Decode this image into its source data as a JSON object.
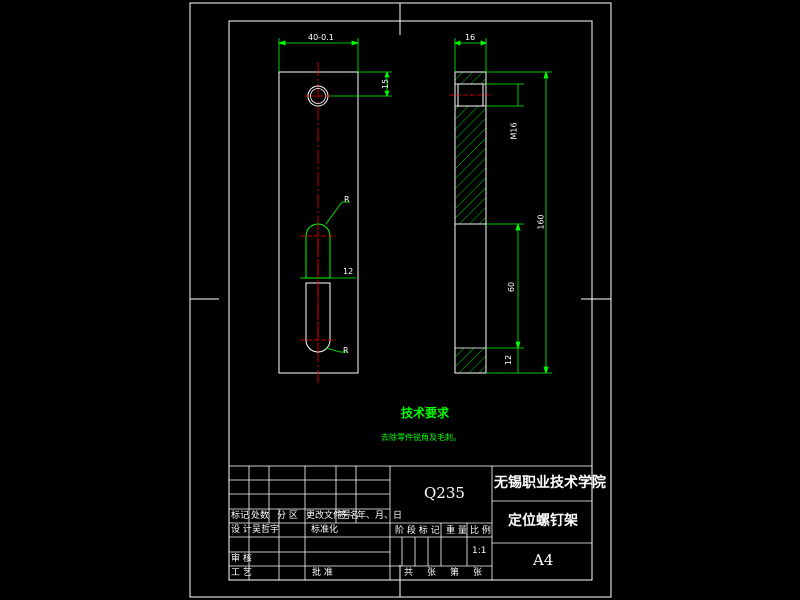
{
  "colors": {
    "background": "#000000",
    "outline": "#ffffff",
    "dimension": "#00ff00",
    "centerline": "#ff0000",
    "hatch": "#00ff00"
  },
  "dimensions": {
    "width_top": "40-0.1",
    "hole_offset": "15",
    "side_width": "16",
    "thread": "M16",
    "overall_length": "160",
    "slot_length": "60",
    "slot_offset": "12",
    "bottom_offset": "12",
    "slot_width": "12",
    "radius_upper": "R",
    "radius_lower": "R"
  },
  "notes": {
    "title": "技术要求",
    "text": "去除零件锐角及毛刺。"
  },
  "title_block": {
    "material": "Q235",
    "school": "无锡职业技术学院",
    "part_name": "定位螺钉架",
    "sheet_size": "A4",
    "scale": "1:1",
    "headers": {
      "mark": "标记",
      "count": "处数",
      "zone": "分 区",
      "doc_no": "更改文件号",
      "sign": "签 名",
      "date": "年、月、日",
      "design": "设 计",
      "designer": "吴哲宇",
      "standardize": "标准化",
      "review": "审 核",
      "process": "工 艺",
      "approve": "批 准",
      "stage_mark": "阶 段 标 记",
      "weight": "重 量",
      "ratio": "比 例",
      "total": "共",
      "sheet": "张",
      "no": "第",
      "sheet2": "张"
    }
  }
}
